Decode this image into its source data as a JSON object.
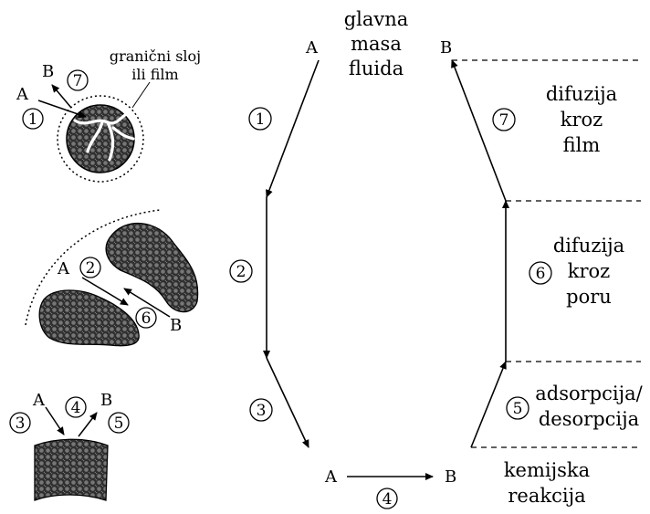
{
  "steps": {
    "s1": "1",
    "s2": "2",
    "s3": "3",
    "s4": "4",
    "s5": "5",
    "s6": "6",
    "s7": "7"
  },
  "species": {
    "a": "A",
    "b": "B"
  },
  "bulk_fluid": [
    "glavna",
    "masa",
    "fluida"
  ],
  "film_label": [
    "granični sloj",
    "ili film"
  ],
  "stages": {
    "film_diffusion": [
      "difuzija",
      "kroz",
      "film"
    ],
    "pore_diffusion": [
      "difuzija",
      "kroz",
      "poru"
    ],
    "adsorption": [
      "adsorpcija/",
      "desorpcija"
    ],
    "reaction": [
      "kemijska",
      "reakcija"
    ]
  },
  "colors": {
    "ink": "#000000",
    "particle": "#3a3a3a",
    "background": "#ffffff"
  }
}
